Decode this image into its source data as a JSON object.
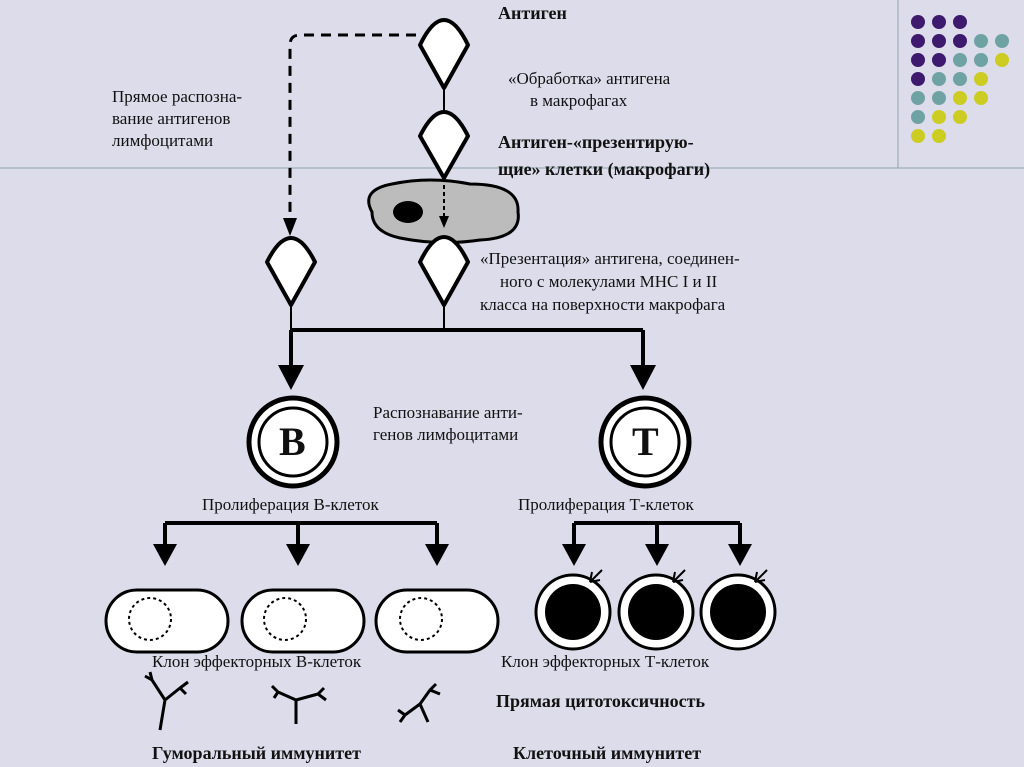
{
  "colors": {
    "background": "#dcdceb",
    "purple": "#3d1a6e",
    "teal": "#6fa3a3",
    "yellow": "#cccc22",
    "line": "#000000"
  },
  "labels": {
    "antigen": "Антиген",
    "processing_1": "«Обработка» антигена",
    "processing_2": "в макрофагах",
    "direct_1": "Прямое распозна-",
    "direct_2": "вание антигенов",
    "direct_3": "лимфоцитами",
    "apc_1": "Антиген-«презентирую-",
    "apc_2": "щие» клетки (макрофаги)",
    "present_1": "«Презентация» антигена, соединен-",
    "present_2": "ного с молекулами МНС I и II",
    "present_3": "класса на поверхности макрофага",
    "recog_1": "Распознавание анти-",
    "recog_2": "генов лимфоцитами",
    "b_letter": "B",
    "t_letter": "T",
    "prolif_b": "Пролиферация В-клеток",
    "prolif_t": "Пролиферация Т-клеток",
    "clone_b": "Клон эффекторных В-клеток",
    "clone_t": "Клон эффекторных Т-клеток",
    "cytotox": "Прямая цитотоксичность",
    "humoral": "Гуморальный иммунитет",
    "cellular": "Клеточный иммунитет"
  }
}
